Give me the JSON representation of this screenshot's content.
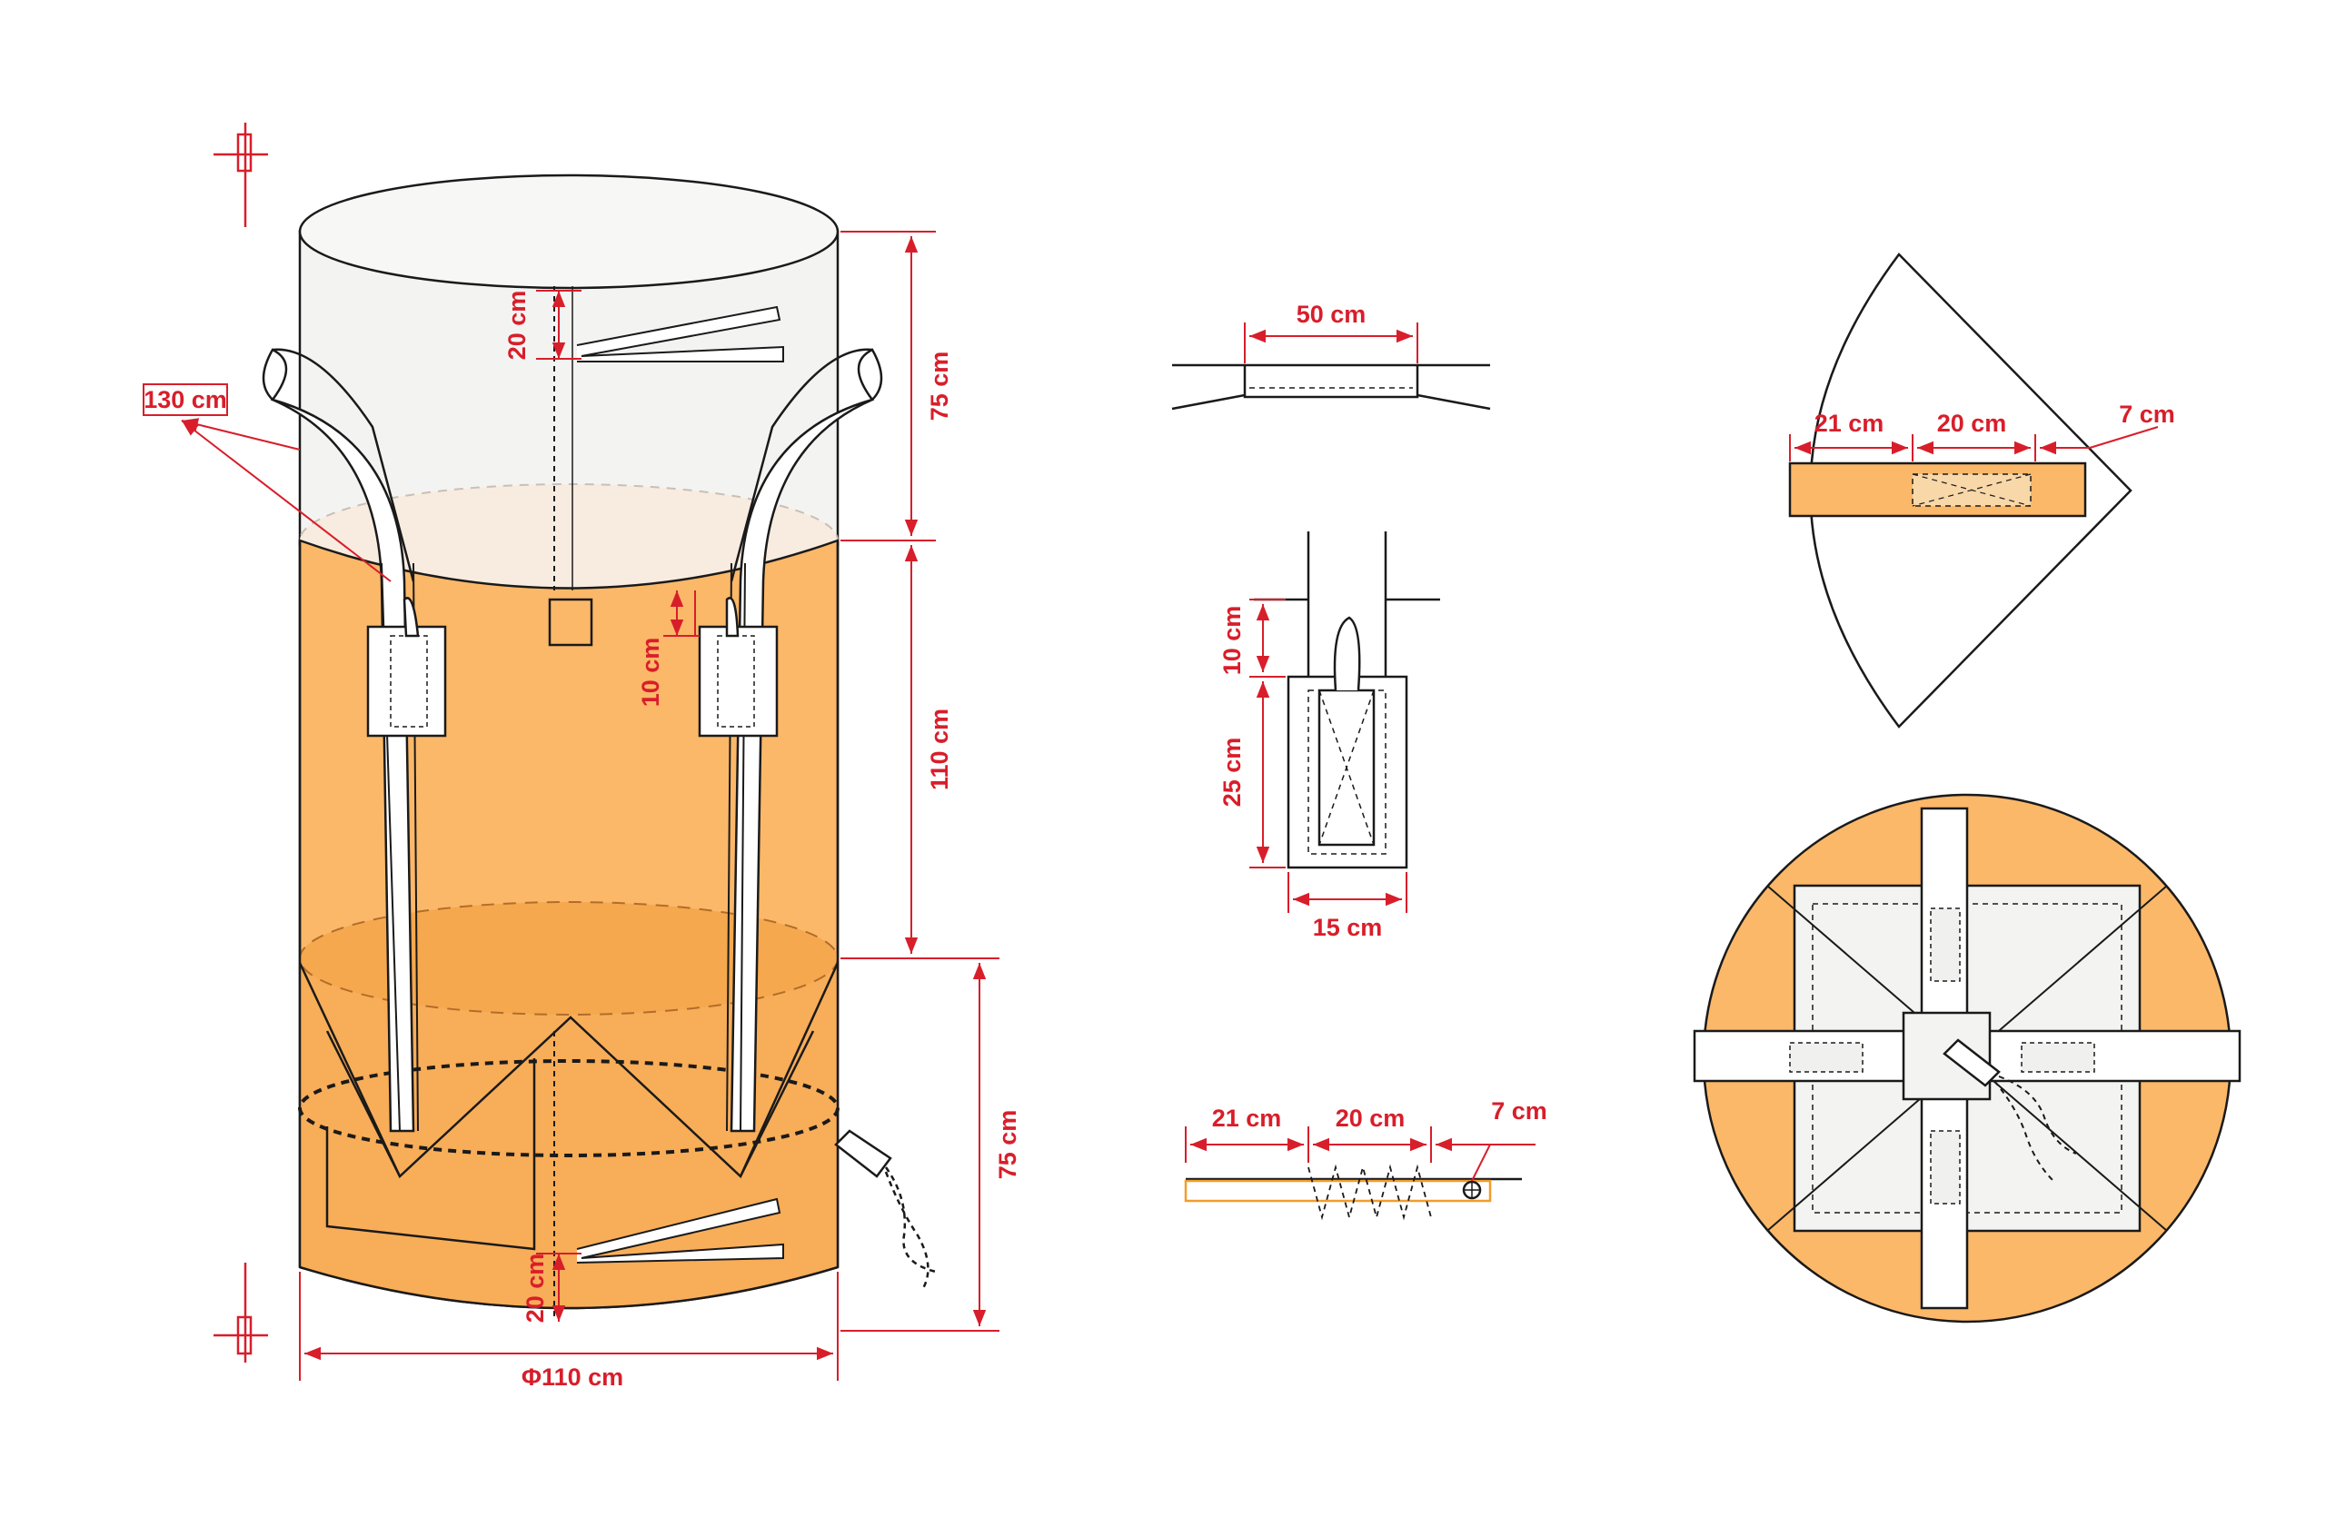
{
  "colors": {
    "fabric": "#fbb869",
    "fabric_dark": "#f6a94f",
    "fabric_light": "#f8ece0",
    "top_fill": "#f3f4f2",
    "dimension_red": "#d81e2a",
    "outline": "#1a1a1a",
    "strap": "#ffffff"
  },
  "main_bag": {
    "top_spout_height": "20 cm",
    "top_skirt_height": "75 cm",
    "body_height": "110 cm",
    "bottom_height": "75 cm",
    "bottom_spout_height": "20 cm",
    "loop_height": "130 cm",
    "loop_top_offset": "10 cm",
    "diameter": "Φ110 cm"
  },
  "loop_detail_top": {
    "width": "50 cm"
  },
  "loop_detail_side": {
    "gap": "10 cm",
    "length": "25 cm",
    "width": "15 cm"
  },
  "loop_detail_bottom": {
    "a": "21 cm",
    "b": "20 cm",
    "c": "7 cm"
  },
  "corner_detail": {
    "a": "21 cm",
    "b": "20 cm",
    "c": "7 cm"
  },
  "icons": [
    "section-marker-icon",
    "drawstring-tie-icon",
    "grommet-icon"
  ]
}
